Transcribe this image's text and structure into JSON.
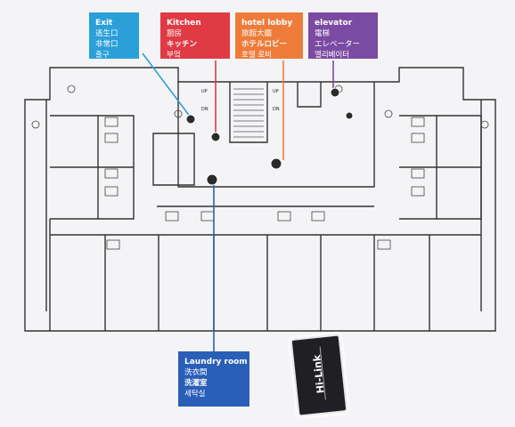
{
  "callouts": {
    "exit": {
      "title": "Exit",
      "lines": [
        "逃生口",
        "非常口",
        "출구"
      ],
      "color": "#2a9fd8"
    },
    "kitchen": {
      "title": "Kitchen",
      "lines": [
        "厨房",
        "キッチン",
        "부엌"
      ],
      "color": "#e03a44"
    },
    "hotel_lobby": {
      "title": "hotel lobby",
      "lines": [
        "旅館大廳",
        "ホテルロビー",
        "호텔 로비"
      ],
      "color": "#ef7b3a"
    },
    "elevator": {
      "title": "elevator",
      "lines": [
        "電梯",
        "エレベーター",
        "엘리베이터"
      ],
      "color": "#7b4aa3"
    },
    "laundry": {
      "title": "Laundry room",
      "lines": [
        "洗衣間",
        "洗濯室",
        "세탁실"
      ],
      "color": "#2a5fb8"
    }
  },
  "module": {
    "brand": "Hi-Link"
  },
  "plan": {
    "stair_labels": [
      "UP",
      "UP",
      "DN",
      "DN"
    ]
  }
}
